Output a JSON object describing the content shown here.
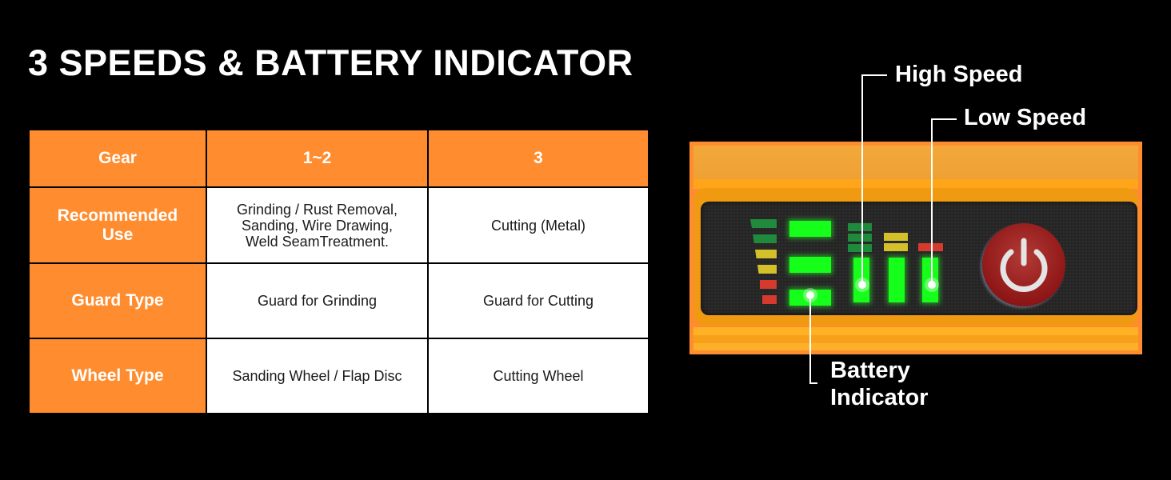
{
  "title": "3 SPEEDS & BATTERY INDICATOR",
  "table": {
    "headers": [
      "Gear",
      "1~2",
      "3"
    ],
    "rows": [
      {
        "label": "Recommended Use",
        "label_line1": "Recommended",
        "label_line2": "Use",
        "gear_1_2_lines": [
          "Grinding / Rust Removal,",
          "Sanding, Wire Drawing,",
          "Weld SeamTreatment."
        ],
        "gear_3": "Cutting (Metal)"
      },
      {
        "label": "Guard Type",
        "gear_1_2": "Guard for Grinding",
        "gear_3": "Guard for Cutting"
      },
      {
        "label": "Wheel Type",
        "gear_1_2": "Sanding Wheel / Flap Disc",
        "gear_3": "Cutting Wheel"
      }
    ]
  },
  "device": {
    "labels": {
      "high_speed": "High Speed",
      "low_speed": "Low Speed",
      "battery_line1": "Battery",
      "battery_line2": "Indicator"
    },
    "power_icon": "power-icon",
    "colors": {
      "body": "#ff8c2e",
      "led_on": "#15ff1a",
      "dark_green": "#1f8a3c",
      "yellow": "#d4c12a",
      "red": "#d63a2e",
      "power_button": "#9a1c1c"
    }
  }
}
